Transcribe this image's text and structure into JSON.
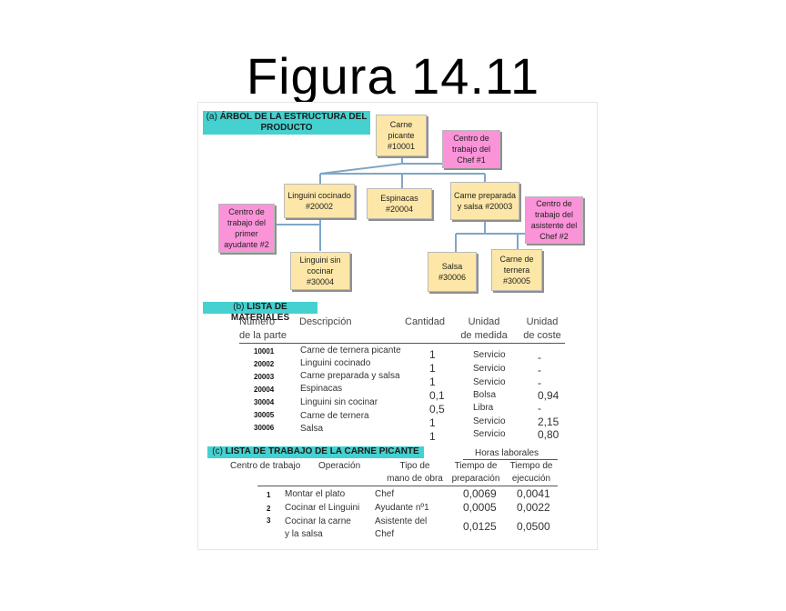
{
  "title": "Figura 14.11",
  "tree": {
    "heading_prefix": "(a)",
    "heading": "ÁRBOL DE LA ESTRUCTURA DEL PRODUCTO",
    "nodes": {
      "root": "Carne picante #10001",
      "chef1": "Centro de trabajo del Chef #1",
      "linguini_cocinado": "Linguini cocinado #20002",
      "espinacas": "Espinacas #20004",
      "carne_preparada": "Carne preparada y salsa #20003",
      "asistente": "Centro de trabajo del asistente del Chef #2",
      "ayudante": "Centro de trabajo del primer ayudante #2",
      "linguini_sin": "Linguini sin cocinar #30004",
      "salsa": "Salsa #30006",
      "carne_ternera": "Carne de ternera #30005"
    }
  },
  "materials": {
    "heading_prefix": "(b)",
    "heading": "LISTA DE MATERIALES",
    "headers": {
      "numero": "Número",
      "numero2": "de la parte",
      "descripcion": "Descripción",
      "cantidad": "Cantidad",
      "unidad": "Unidad",
      "medida": "de medida",
      "unidad2": "Unidad",
      "coste": "de coste"
    },
    "parts": [
      "10001",
      "20002",
      "20003",
      "20004",
      "30004",
      "30005",
      "30006"
    ],
    "descriptions": [
      "Carne de ternera picante",
      "Linguini cocinado",
      "Carne preparada y salsa",
      "Espinacas",
      "Linguini sin cocinar",
      "Carne de ternera",
      "Salsa"
    ],
    "quantities": [
      "1",
      "1",
      "1",
      "0,1",
      "0,5",
      "1",
      "1"
    ],
    "units": [
      "Servicio",
      "Servicio",
      "Servicio",
      "Bolsa",
      "Libra",
      "Servicio",
      "Servicio"
    ],
    "costs": [
      "-",
      "-",
      "-",
      "0,94",
      "-",
      "2,15",
      "0,80"
    ]
  },
  "routing": {
    "heading_prefix": "(c)",
    "heading": "LISTA DE TRABAJO DE LA CARNE PICANTE",
    "hours_label": "Horas laborales",
    "headers": {
      "centro": "Centro de trabajo",
      "operacion": "Operación",
      "tipo": "Tipo de",
      "tipo2": "mano de obra",
      "prep": "Tiempo de",
      "prep2": "preparación",
      "ejec": "Tiempo de",
      "ejec2": "ejecución"
    },
    "rows": [
      {
        "num": "1",
        "op": "Montar el plato",
        "op2": "",
        "labor": "Chef",
        "labor2": "",
        "prep": "0,0069",
        "ejec": "0,0041"
      },
      {
        "num": "2",
        "op": "Cocinar el Linguini",
        "op2": "",
        "labor": "Ayudante nº1",
        "labor2": "",
        "prep": "0,0005",
        "ejec": "0,0022"
      },
      {
        "num": "3",
        "op": "Cocinar la carne",
        "op2": "y la salsa",
        "labor": "Asistente del",
        "labor2": "Chef",
        "prep": "0,0125",
        "ejec": "0,0500"
      }
    ]
  }
}
